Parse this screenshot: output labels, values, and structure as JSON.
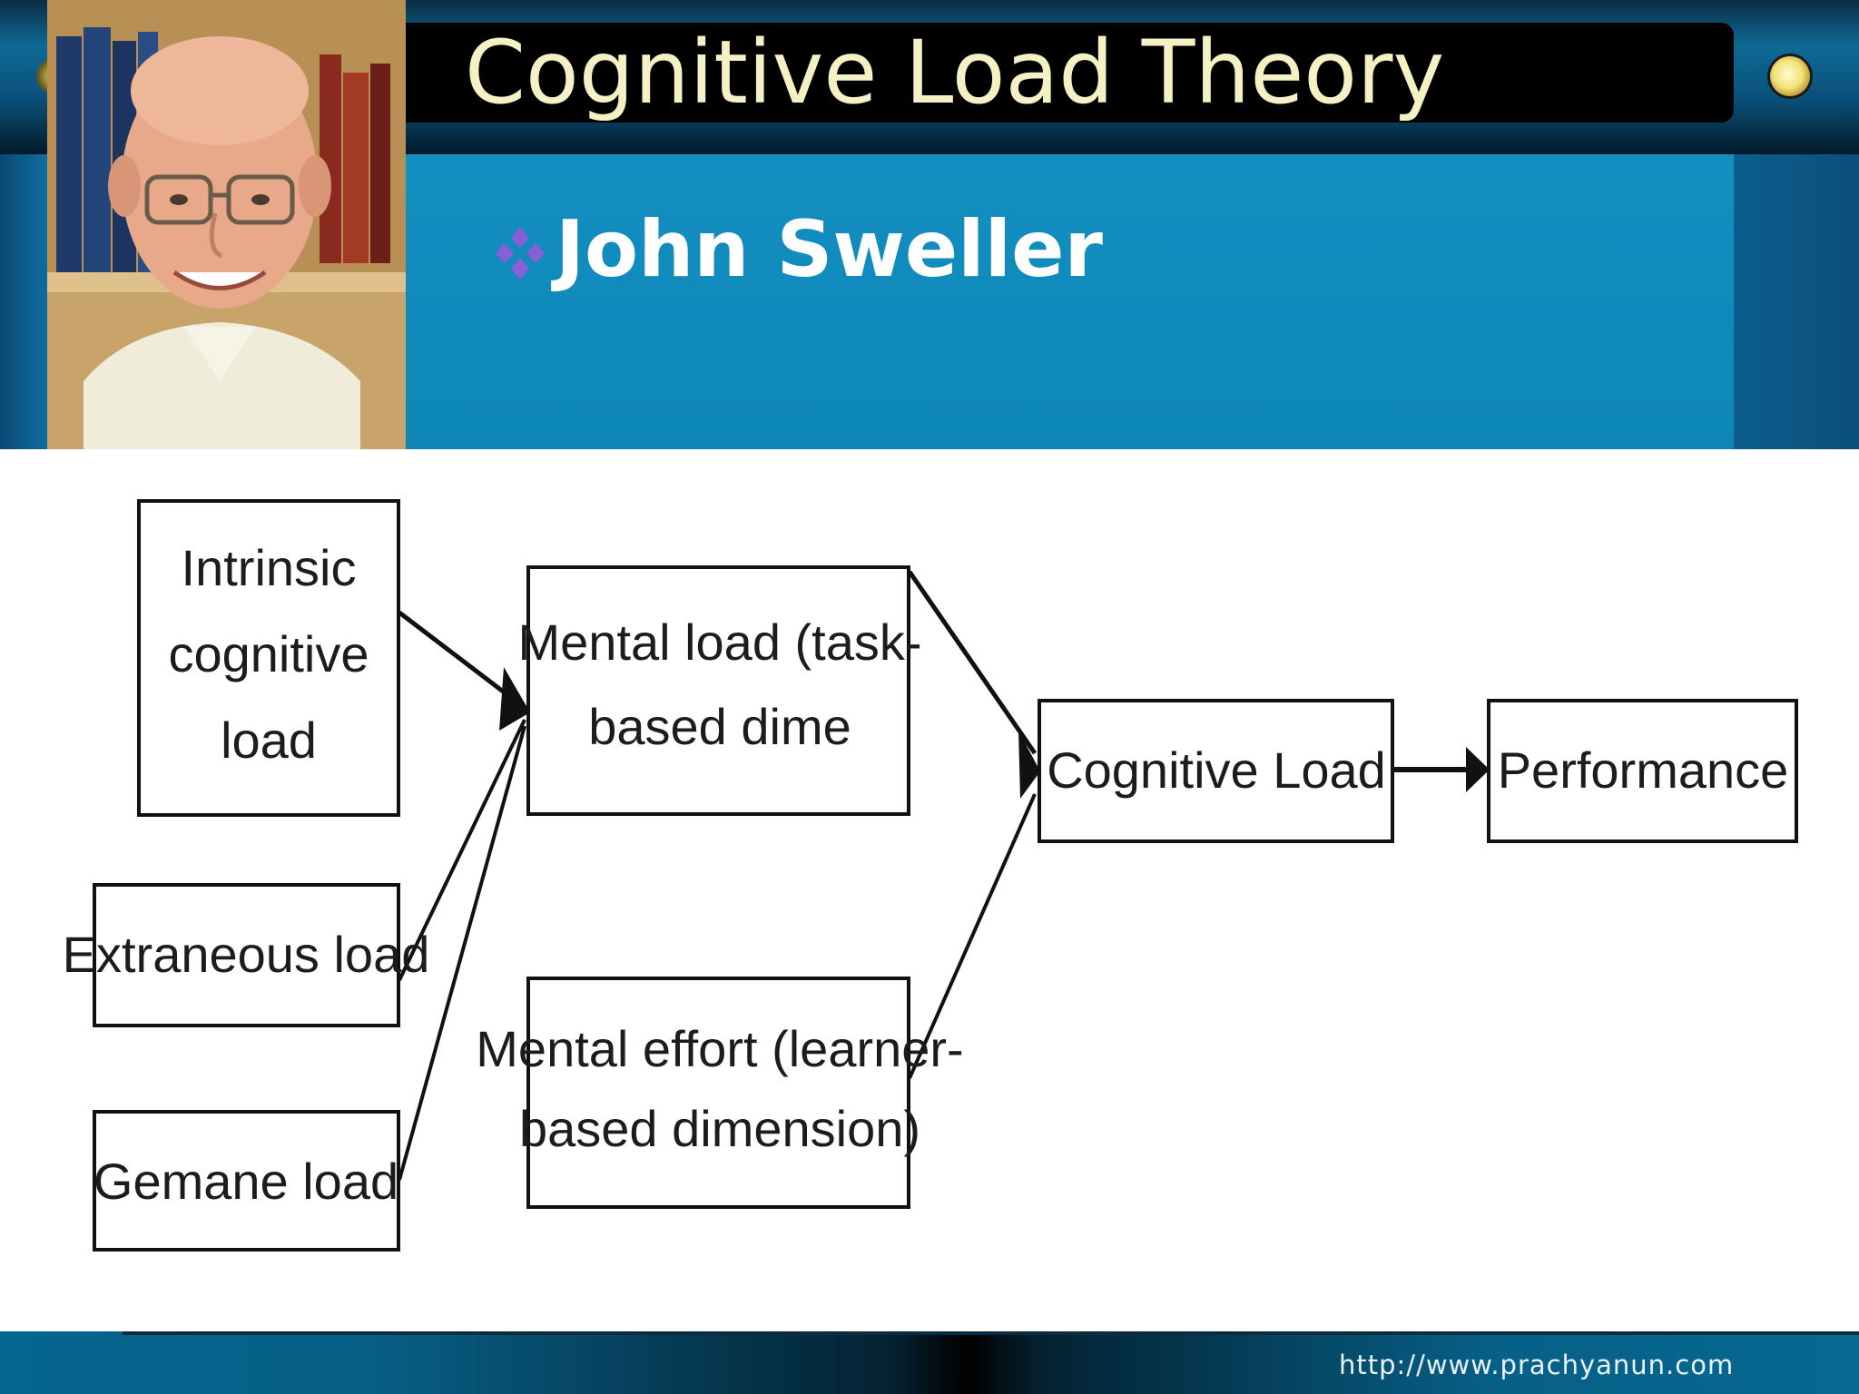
{
  "slide": {
    "title": "Cognitive Load Theory",
    "subtitle": "John Sweller",
    "footer_url": "http://www.prachyanun.com"
  },
  "diagram": {
    "nodes": {
      "intrinsic": [
        "Intrinsic",
        "cognitive",
        "load"
      ],
      "extraneous": [
        "Extraneous load"
      ],
      "germane": [
        "Gemane load"
      ],
      "mental_load": [
        "Mental load (task-",
        "based dime"
      ],
      "mental_effort": [
        "Mental effort (learner-",
        "based dimension)"
      ],
      "cognitive_load": [
        "Cognitive Load"
      ],
      "performance": [
        "Performance"
      ]
    }
  },
  "colors": {
    "title_text": "#f5f1c4",
    "subtitle_panel": "#138fc0",
    "bullet_diamond": "#8a5fd6",
    "diagram_stroke": "#111111"
  },
  "icons": {
    "subtitle_bullet": "four-diamond-bullet-icon",
    "title_bullet": "yellow-circle-bullet-icon"
  }
}
